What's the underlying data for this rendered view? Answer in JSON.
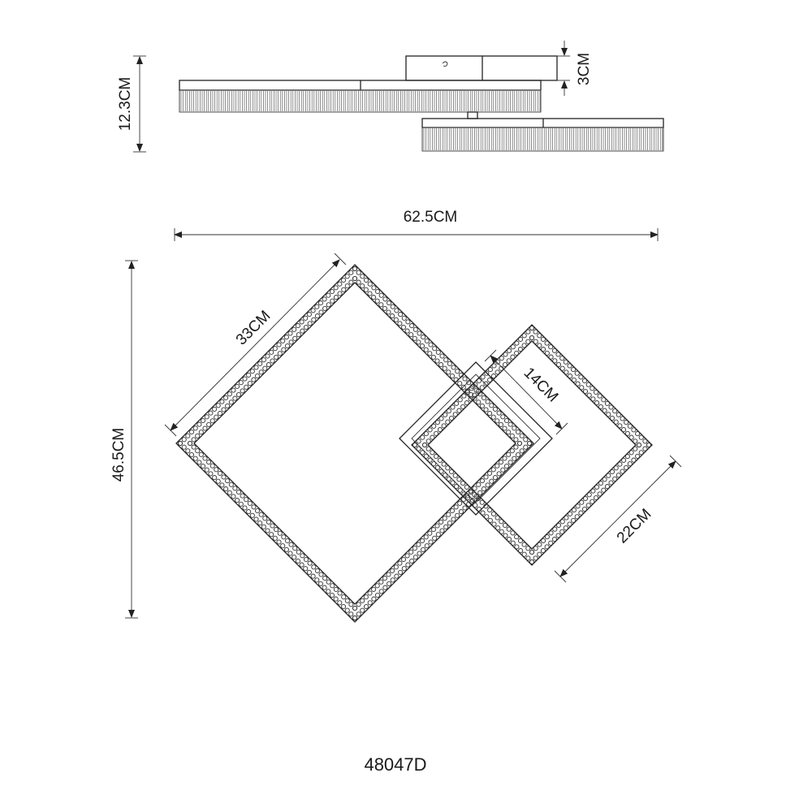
{
  "dimensions": {
    "total_height": "12.3CM",
    "canopy_height": "3CM",
    "total_width": "62.5CM",
    "total_depth": "46.5CM",
    "large_square_side": "33CM",
    "small_square_side": "22CM",
    "inner_square_side": "14CM"
  },
  "model_number": "48047D"
}
